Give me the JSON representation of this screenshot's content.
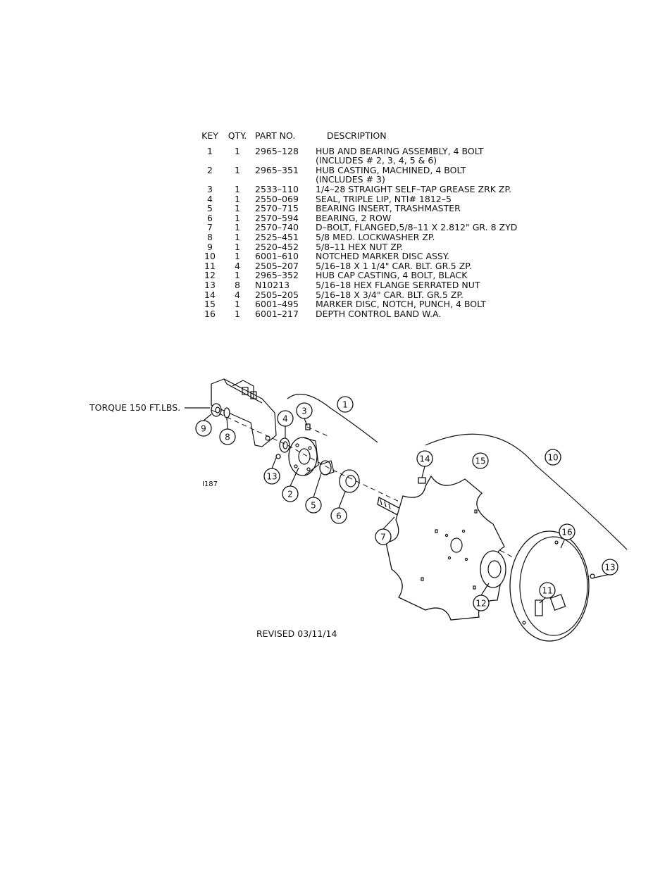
{
  "table": {
    "headers": {
      "key": "KEY",
      "qty": "QTY.",
      "part_no": "PART NO.",
      "description": "DESCRIPTION"
    },
    "rows": [
      {
        "key": "1",
        "qty": "1",
        "part": "2965–128",
        "desc": "HUB AND BEARING ASSEMBLY, 4 BOLT",
        "desc2": "(INCLUDES # 2, 3, 4, 5 & 6)"
      },
      {
        "key": "2",
        "qty": "1",
        "part": "2965–351",
        "desc": "HUB CASTING, MACHINED, 4 BOLT",
        "desc2": "(INCLUDES # 3)"
      },
      {
        "key": "3",
        "qty": "1",
        "part": "2533–110",
        "desc": "1/4–28 STRAIGHT SELF–TAP GREASE ZRK ZP."
      },
      {
        "key": "4",
        "qty": "1",
        "part": "2550–069",
        "desc": "SEAL, TRIPLE LIP, NTI# 1812–5"
      },
      {
        "key": "5",
        "qty": "1",
        "part": "2570–715",
        "desc": "BEARING INSERT, TRASHMASTER"
      },
      {
        "key": "6",
        "qty": "1",
        "part": "2570–594",
        "desc": "BEARING, 2 ROW"
      },
      {
        "key": "7",
        "qty": "1",
        "part": "2570–740",
        "desc": "D–BOLT, FLANGED,5/8–11 X 2.812\" GR. 8 ZYD"
      },
      {
        "key": "8",
        "qty": "1",
        "part": "2525–451",
        "desc": "5/8 MED. LOCKWASHER ZP."
      },
      {
        "key": "9",
        "qty": "1",
        "part": "2520–452",
        "desc": "5/8–11 HEX NUT ZP."
      },
      {
        "key": "10",
        "qty": "1",
        "part": "6001–610",
        "desc": "NOTCHED MARKER DISC ASSY."
      },
      {
        "key": "11",
        "qty": "4",
        "part": "2505–207",
        "desc": "5/16–18 X 1 1/4\" CAR. BLT. GR.5 ZP."
      },
      {
        "key": "12",
        "qty": "1",
        "part": "2965–352",
        "desc": "HUB CAP CASTING, 4 BOLT, BLACK"
      },
      {
        "key": "13",
        "qty": "8",
        "part": "N10213",
        "desc": "5/16–18 HEX FLANGE SERRATED NUT"
      },
      {
        "key": "14",
        "qty": "4",
        "part": "2505–205",
        "desc": "5/16–18 X 3/4\" CAR. BLT. GR.5 ZP."
      },
      {
        "key": "15",
        "qty": "1",
        "part": "6001–495",
        "desc": "MARKER DISC, NOTCH, PUNCH, 4 BOLT"
      },
      {
        "key": "16",
        "qty": "1",
        "part": "6001–217",
        "desc": "DEPTH CONTROL BAND W.A."
      }
    ]
  },
  "drawing": {
    "torque_note": "TORQUE 150 FT.LBS.",
    "drawing_id": "I187",
    "revised": "REVISED 03/11/14",
    "callouts": [
      "1",
      "2",
      "3",
      "4",
      "5",
      "6",
      "7",
      "8",
      "9",
      "10",
      "11",
      "12",
      "13",
      "13",
      "14",
      "15",
      "16"
    ]
  }
}
